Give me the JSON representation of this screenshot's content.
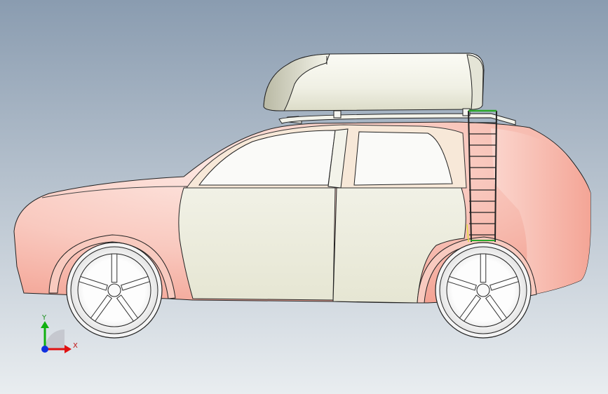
{
  "viewport": {
    "background_top": "#8a9cb0",
    "background_bottom": "#e8ecef"
  },
  "model": {
    "name_icon": "suv-with-roof-box-and-ladder",
    "body_color": "#f6b9ad",
    "body_highlight": "#fde4de",
    "door_color": "#ececdd",
    "window_color": "#fafaf9",
    "roofbox_color": "#f7f7ef",
    "wheel_color": "#fbfbfb",
    "ladder_color": "#2aa82a",
    "ladder_accent": "#e0e040",
    "outline_color": "#222222"
  },
  "triad": {
    "x_label": "X",
    "y_label": "Y",
    "x_color": "#e01010",
    "y_color": "#10b010",
    "z_color": "#1030e0"
  }
}
